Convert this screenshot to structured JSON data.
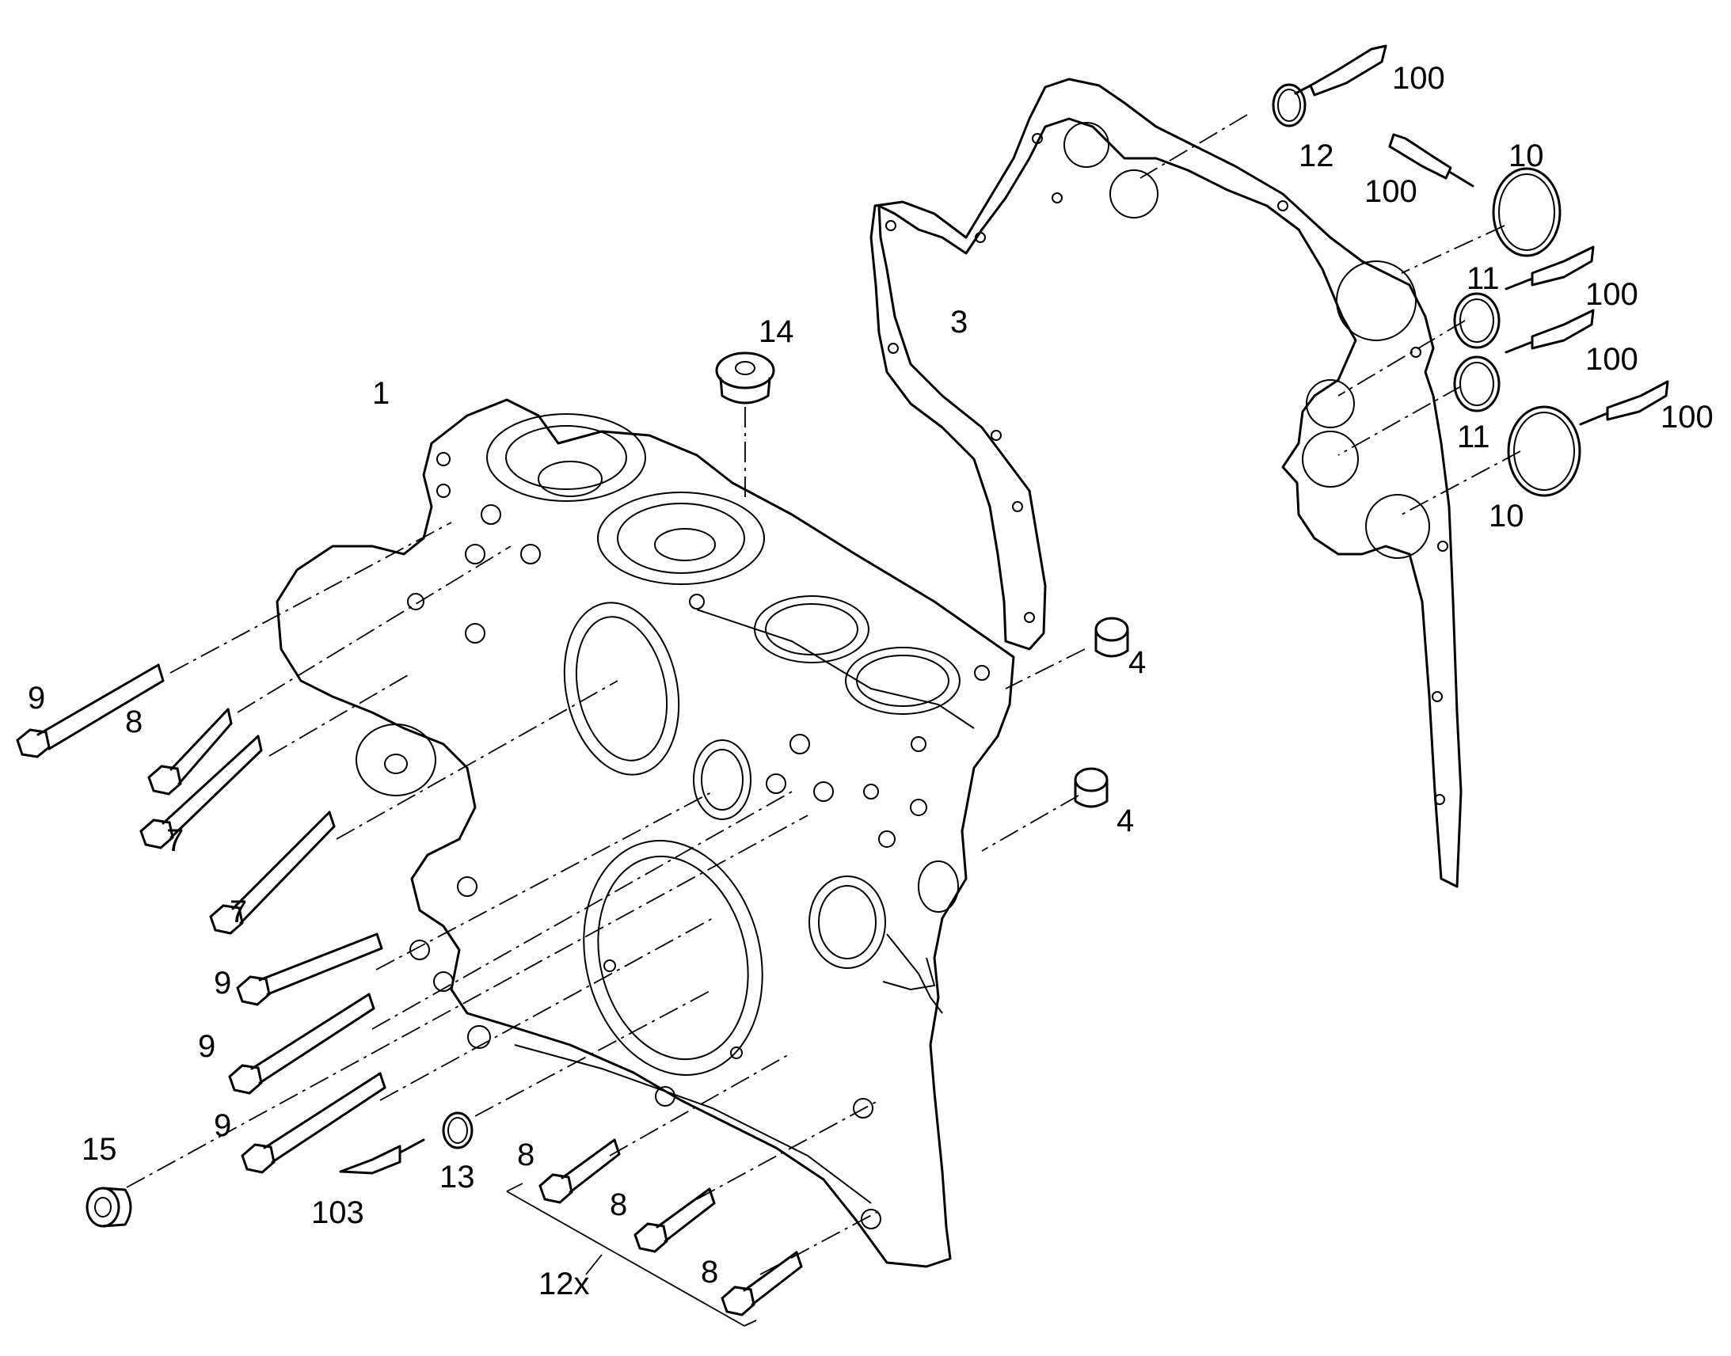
{
  "callouts": [
    {
      "id": "c1",
      "text": "1"
    },
    {
      "id": "c3",
      "text": "3"
    },
    {
      "id": "c4a",
      "text": "4"
    },
    {
      "id": "c4b",
      "text": "4"
    },
    {
      "id": "c7a",
      "text": "7"
    },
    {
      "id": "c7b",
      "text": "7"
    },
    {
      "id": "c8a",
      "text": "8"
    },
    {
      "id": "c8b",
      "text": "8"
    },
    {
      "id": "c8c",
      "text": "8"
    },
    {
      "id": "c8d",
      "text": "8"
    },
    {
      "id": "c9a",
      "text": "9"
    },
    {
      "id": "c9b",
      "text": "9"
    },
    {
      "id": "c9c",
      "text": "9"
    },
    {
      "id": "c9d",
      "text": "9"
    },
    {
      "id": "c10a",
      "text": "10"
    },
    {
      "id": "c10b",
      "text": "10"
    },
    {
      "id": "c11a",
      "text": "11"
    },
    {
      "id": "c11b",
      "text": "11"
    },
    {
      "id": "c12",
      "text": "12"
    },
    {
      "id": "c12x",
      "text": "12x"
    },
    {
      "id": "c13",
      "text": "13"
    },
    {
      "id": "c14",
      "text": "14"
    },
    {
      "id": "c15",
      "text": "15"
    },
    {
      "id": "c100a",
      "text": "100"
    },
    {
      "id": "c100b",
      "text": "100"
    },
    {
      "id": "c100c",
      "text": "100"
    },
    {
      "id": "c100d",
      "text": "100"
    },
    {
      "id": "c100e",
      "text": "100"
    },
    {
      "id": "c103",
      "text": "103"
    }
  ]
}
